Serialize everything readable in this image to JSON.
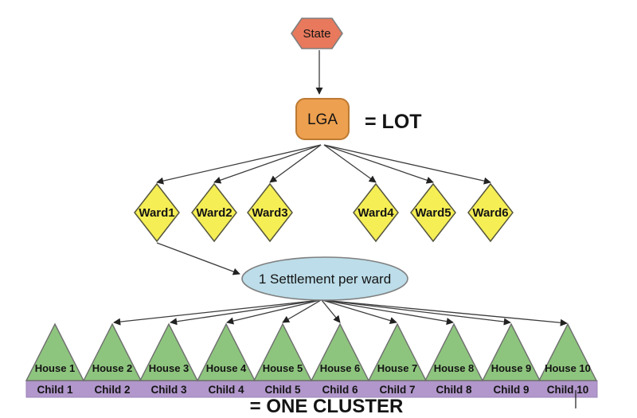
{
  "nodes": {
    "state": "State",
    "lga": "LGA",
    "lot_annotation": "= LOT",
    "settlement": "1 Settlement per ward",
    "cluster_annotation": "= ONE CLUSTER"
  },
  "wards": [
    "Ward1",
    "Ward2",
    "Ward3",
    "Ward4",
    "Ward5",
    "Ward6"
  ],
  "houses": [
    "House 1",
    "House 2",
    "House 3",
    "House 4",
    "House 5",
    "House 6",
    "House 7",
    "House 8",
    "House 9",
    "House 10"
  ],
  "children": [
    "Child 1",
    "Child 2",
    "Child 3",
    "Child 4",
    "Child 5",
    "Child 6",
    "Child 7",
    "Child 8",
    "Child 9",
    "Child 10"
  ],
  "colors": {
    "state_fill": "#e8795c",
    "lga_fill": "#eda04f",
    "ward_fill": "#f5ee55",
    "settlement_fill": "#bcdde9",
    "house_fill": "#8ec57e",
    "child_bar_fill": "#b197cb",
    "arrow": "#3d3d3d"
  }
}
